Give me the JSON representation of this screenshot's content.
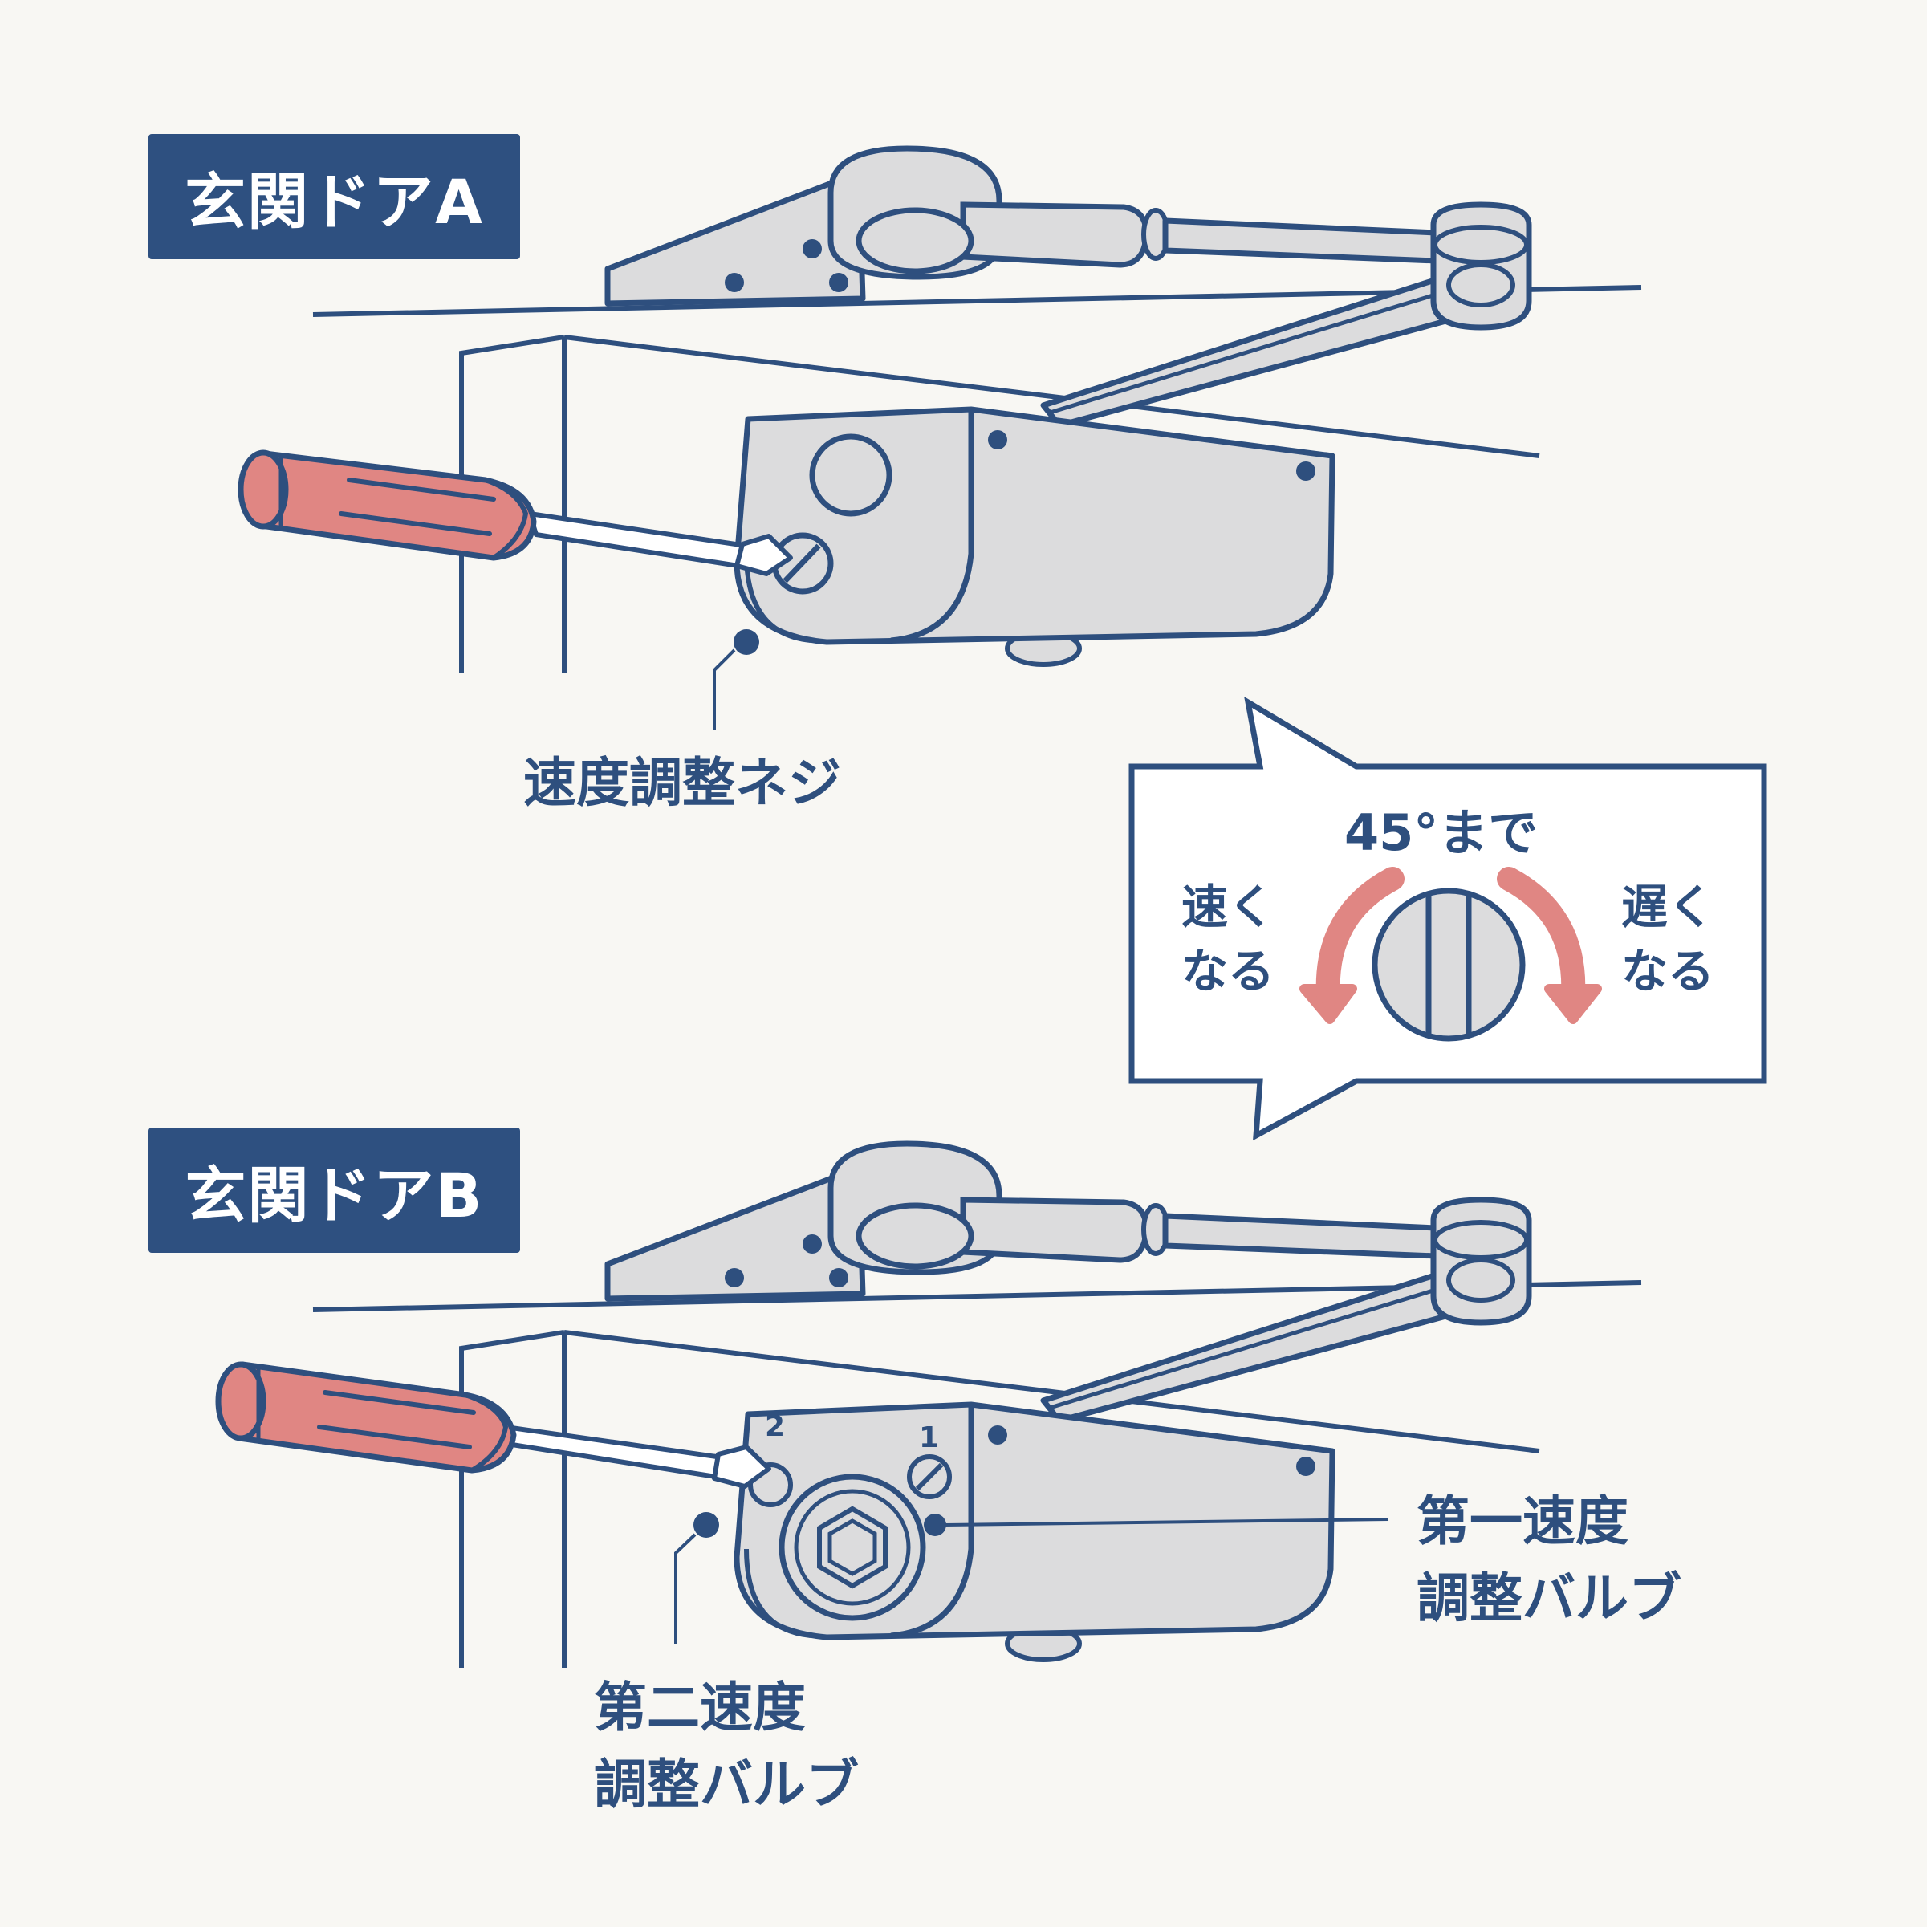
{
  "colors": {
    "navy": "#2e4f7e",
    "badge": "#2e5080",
    "metal": "#dcdcdd",
    "handle": "#e08683",
    "arrow": "#e08683",
    "background": "#f8f7f3"
  },
  "door_a": {
    "title": "玄関ドアA",
    "screw_label": "速度調整ネジ"
  },
  "callout": {
    "limit_label": "45°まで",
    "faster_line1": "速く",
    "faster_line2": "なる",
    "slower_line1": "遅く",
    "slower_line2": "なる"
  },
  "door_b": {
    "title": "玄関ドアB",
    "valve_1_number": "1",
    "valve_2_number": "2",
    "first_valve_line1": "第一速度",
    "first_valve_line2": "調整バルブ",
    "second_valve_line1": "第二速度",
    "second_valve_line2": "調整バルブ"
  }
}
